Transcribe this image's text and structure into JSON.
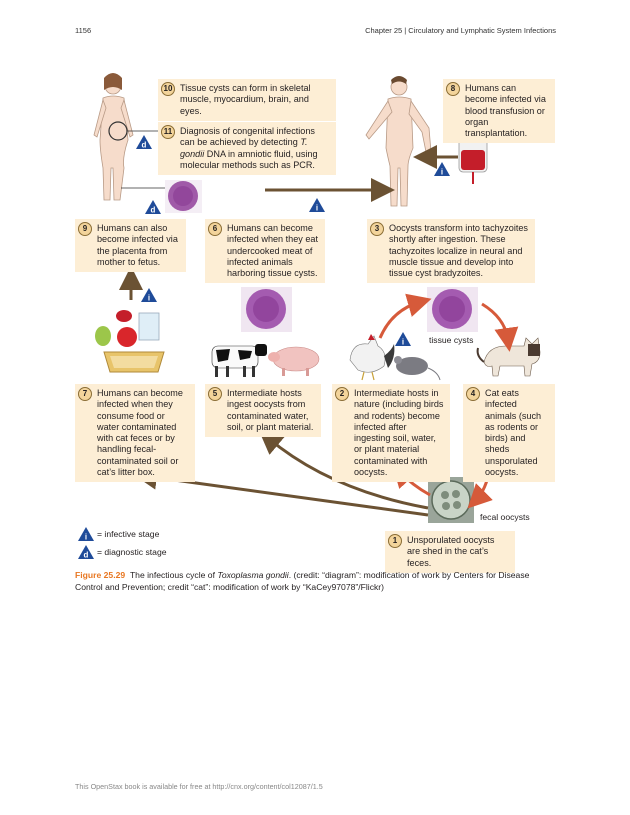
{
  "header": {
    "page_number": "1156",
    "chapter": "Chapter 25 | Circulatory and Lymphatic System Infections"
  },
  "steps": [
    {
      "num": "1",
      "text": "Unsporulated oocysts are shed in the cat’s feces."
    },
    {
      "num": "2",
      "text": "Intermediate hosts in nature (including birds and rodents) become infected after ingesting soil, water, or plant material contaminated with oocysts."
    },
    {
      "num": "3",
      "text": "Oocysts transform into tachyzoites shortly after ingestion. These tachyzoites localize in neural and muscle tissue and develop into tissue cyst bradyzoites."
    },
    {
      "num": "4",
      "text": "Cat eats infected animals (such as rodents or birds) and sheds unsporulated oocysts."
    },
    {
      "num": "5",
      "text": "Intermediate hosts ingest oocysts from contaminated water, soil, or plant material."
    },
    {
      "num": "6",
      "text": "Humans can become infected when they eat undercooked meat of infected animals harboring tissue cysts."
    },
    {
      "num": "7",
      "text": "Humans can become infected when they consume food or water contaminated with cat feces or by handling fecal-contaminated soil or cat’s litter box."
    },
    {
      "num": "8",
      "text": "Humans can become infected via blood transfusion or organ transplantation."
    },
    {
      "num": "9",
      "text": "Humans can also become infected via the placenta from mother to fetus."
    },
    {
      "num": "10",
      "text": "Tissue cysts can form in skeletal muscle, myocardium, brain, and eyes."
    },
    {
      "num": "11",
      "text_before": "Diagnosis of congenital infections can be achieved by detecting ",
      "text_italic": "T. gondii",
      "text_after": " DNA in amniotic fluid, using molecular methods such as PCR."
    }
  ],
  "labels": {
    "tissue_cysts": "tissue cysts",
    "fecal_oocysts": "fecal oocysts"
  },
  "stage_markers": {
    "infective": "i",
    "diagnostic": "d"
  },
  "legend": {
    "infective": "= infective stage",
    "diagnostic": "= diagnostic stage"
  },
  "caption": {
    "figure_label": "Figure 25.29",
    "text_1": "The infectious cycle of ",
    "text_italic": "Toxoplasma gondii",
    "text_2": ". (credit: “diagram”: modification of work by Centers for Disease Control and Prevention; credit “cat”: modification of work by “KaCey97078”/Flickr)"
  },
  "footer": "This OpenStax book is available for free at http://cnx.org/content/col12087/1.5",
  "colors": {
    "box_fill": "#fdeed5",
    "number_fill": "#f3d49b",
    "arrow_brown": "#6b5233",
    "arrow_orange": "#d65a3a",
    "marker_blue": "#1f4b99",
    "figure_label": "#e87722"
  }
}
